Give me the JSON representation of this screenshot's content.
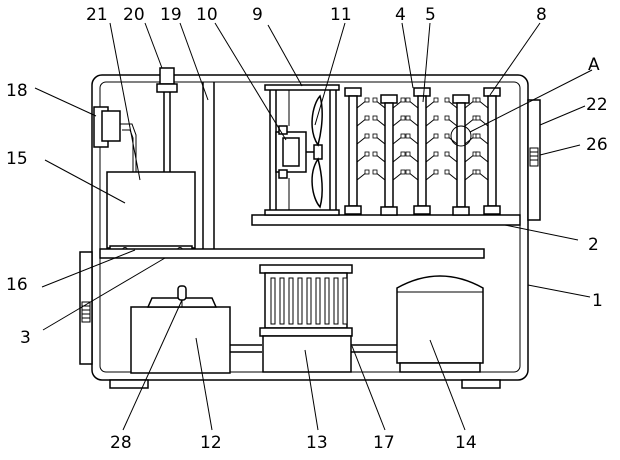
{
  "labels": {
    "n21": "21",
    "n20": "20",
    "n19": "19",
    "n10": "10",
    "n9": "9",
    "n11": "11",
    "n4": "4",
    "n5": "5",
    "n8": "8",
    "nA": "A",
    "n18": "18",
    "n22": "22",
    "n26": "26",
    "n15": "15",
    "n2": "2",
    "n16": "16",
    "n1": "1",
    "n3": "3",
    "n28": "28",
    "n12": "12",
    "n13": "13",
    "n17": "17",
    "n14": "14"
  }
}
